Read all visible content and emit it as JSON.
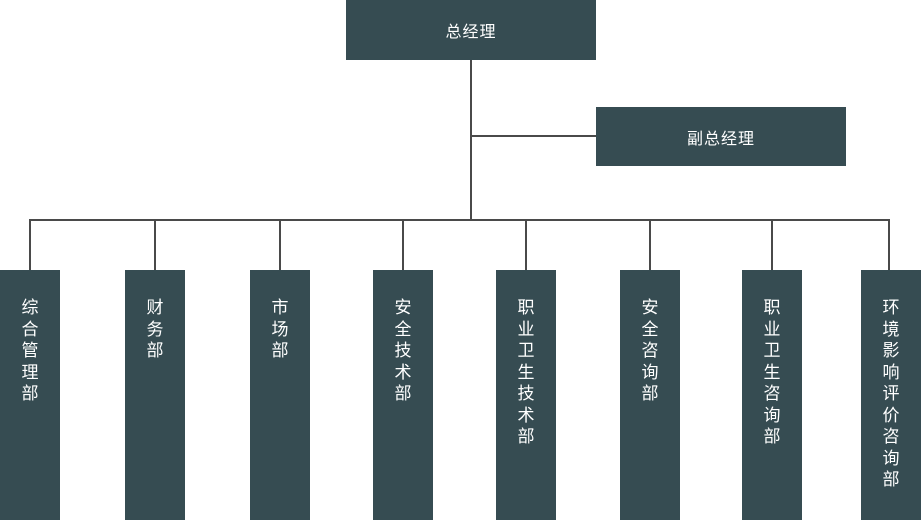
{
  "org_chart": {
    "general_manager": "总经理",
    "deputy_general_manager": "副总经理",
    "departments": [
      {
        "label": "综合管理部"
      },
      {
        "label": "财务部"
      },
      {
        "label": "市场部"
      },
      {
        "label": "安全技术部"
      },
      {
        "label": "职业卫生技术部"
      },
      {
        "label": "安全咨询部"
      },
      {
        "label": "职业卫生咨询部"
      },
      {
        "label": "环境影响评价咨询部"
      }
    ]
  },
  "colors": {
    "box_fill": "#364c52",
    "box_text": "#ffffff",
    "connector": "#4a4a4a"
  }
}
